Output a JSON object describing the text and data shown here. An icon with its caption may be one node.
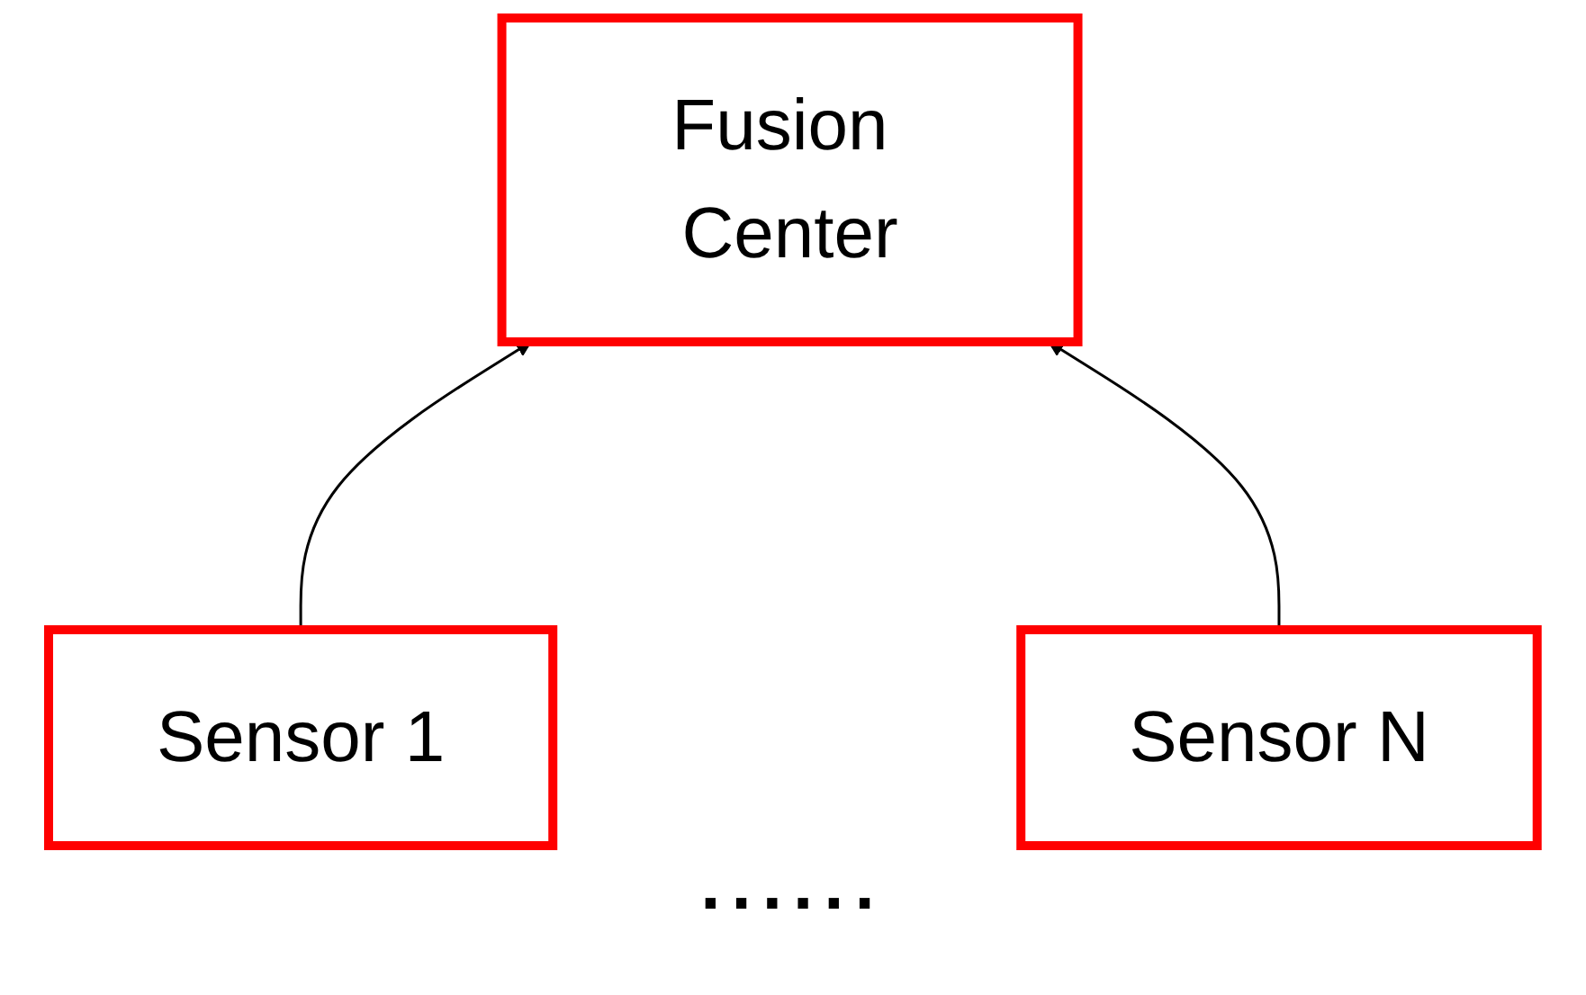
{
  "diagram": {
    "nodes": [
      {
        "text": [
          "Fusion Center"
        ]
      },
      {
        "text": [
          "Sensor 1"
        ]
      },
      {
        "text": [
          "Sensor N"
        ]
      }
    ],
    "edges": [
      {
        "from": 1,
        "to": 0,
        "arrow": "to"
      },
      {
        "from": 2,
        "to": 0,
        "arrow": "to"
      }
    ],
    "labels": [
      "......"
    ]
  }
}
